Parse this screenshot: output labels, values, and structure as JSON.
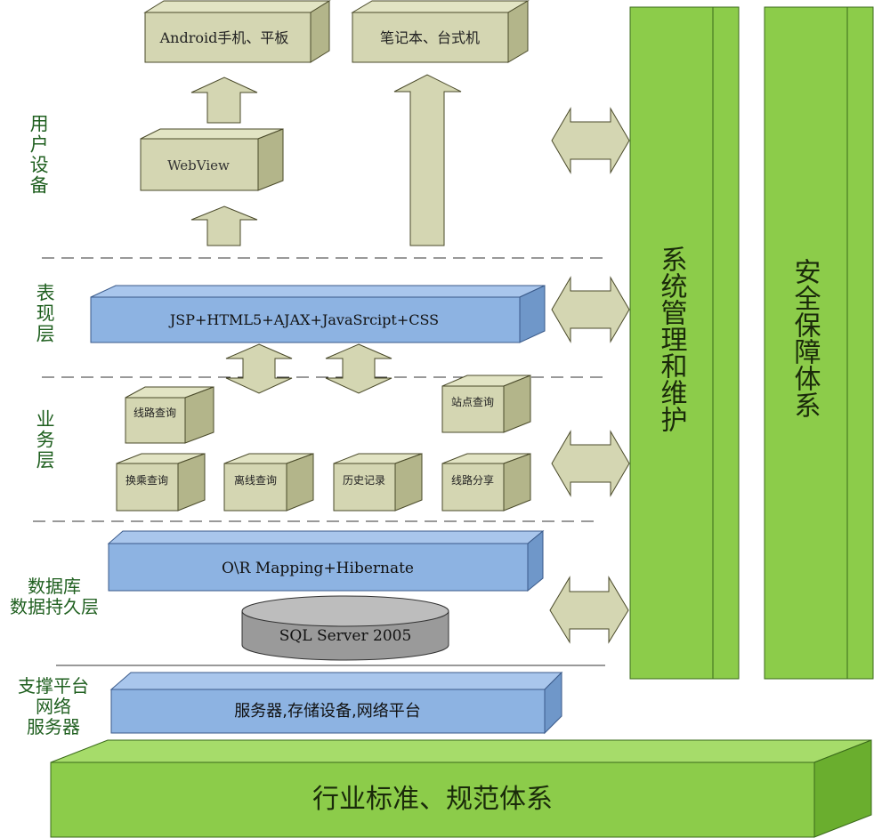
{
  "layer_labels": {
    "user_devices": "用户设备",
    "presentation": "表现层",
    "business": "业务层",
    "database_line1": "数据库",
    "database_line2": "数据持久层",
    "support_line1": "支撑平台",
    "support_line2": "网络",
    "support_line3": "服务器"
  },
  "devices": {
    "android": "Android手机、平板",
    "laptop": "笔记本、台式机",
    "webview": "WebView"
  },
  "presentation": {
    "tech": "JSP+HTML5+AJAX+JavaSrcipt+CSS"
  },
  "business": {
    "route_query": "线路查询",
    "station_query": "站点查询",
    "transfer_query": "换乘查询",
    "offline_query": "离线查询",
    "history": "历史记录",
    "route_share": "线路分享"
  },
  "database": {
    "orm": "O\\R Mapping+Hibernate",
    "db": "SQL Server 2005"
  },
  "support": {
    "platform": "服务器,存储设备,网络平台"
  },
  "side_pillars": {
    "system_mgmt": "系统管理和维护",
    "security": "安全保障体系"
  },
  "footer": {
    "standards": "行业标准、规范体系"
  },
  "colors": {
    "khaki_front": "#d4d6b2",
    "khaki_side": "#b3b58a",
    "blue_front": "#8db3e2",
    "blue_side": "#6f97c9",
    "green_front": "#8ccc4a",
    "green_side": "#6aae2e",
    "gray_db": "#a6a6a6",
    "outline": "#4a4a2a"
  }
}
